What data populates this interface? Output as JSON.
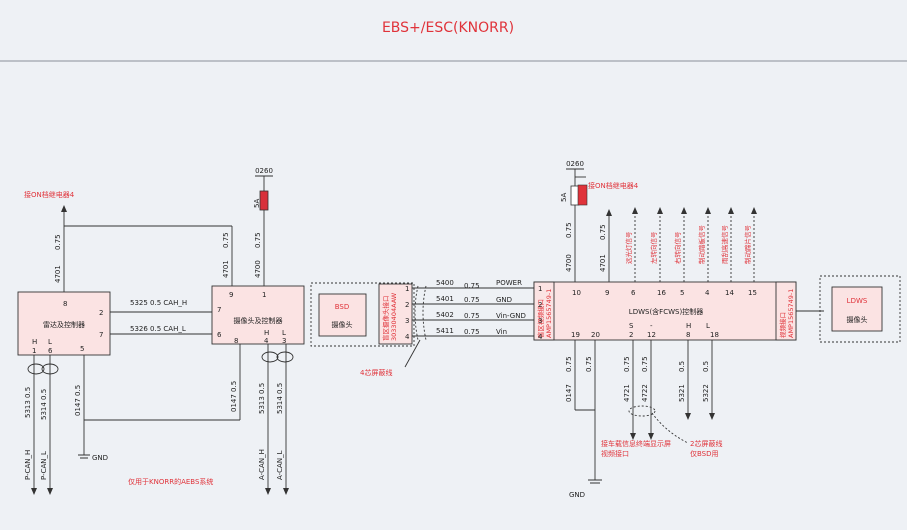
{
  "title": "EBS+/ESC(KNORR)",
  "radar_ctrl": {
    "name": "雷达及控制器",
    "pin8": "8",
    "pin2": "2",
    "pin7": "7",
    "pin5": "5",
    "pin1": "1",
    "pin6": "6",
    "H": "H",
    "L": "L"
  },
  "cam_ctrl": {
    "name": "摄像头及控制器",
    "pin9": "9",
    "pin1": "1",
    "pin7": "7",
    "pin6": "6",
    "pin8": "8",
    "pin4": "4",
    "pin3": "3",
    "H": "H",
    "L": "L"
  },
  "bsd": {
    "name": "BSD",
    "sub": "摄像头"
  },
  "bsd_iface": {
    "line1": "盲区摄像头接口",
    "line2": "30330404AAW",
    "p1": "1",
    "p2": "2",
    "p3": "3",
    "p4": "4"
  },
  "ldws_ctrl": {
    "name": "LDWS(含FCWS)控制器",
    "p10": "10",
    "p9": "9",
    "p6": "6",
    "p16": "16",
    "p5": "5",
    "p4": "4",
    "p14": "14",
    "p15": "15",
    "S": "S",
    "dash": "-",
    "H": "H",
    "L": "L",
    "p19": "19",
    "p20": "20",
    "p2": "2",
    "p12": "12",
    "p8": "8",
    "p18": "18"
  },
  "ldws_left_iface": {
    "line1": "盲区视频接口",
    "line2": "AMP1565749-1",
    "p1": "1",
    "p2": "2",
    "p3": "3",
    "p4": "4"
  },
  "ldws_right_iface": {
    "line1": "视频接口",
    "line2": "AMP1565749-1"
  },
  "ldws_cam": {
    "name": "LDWS",
    "sub": "摄像头"
  },
  "signals": {
    "s1": "远光灯信号",
    "s2": "左转向信号",
    "s3": "右转向信号",
    "s4": "制动踏板信号",
    "s5": "雨刮高速信号",
    "s6": "制动蹄片信号"
  },
  "wires": {
    "w5400": "5400",
    "w5401": "5401",
    "w5402": "5402",
    "w5411": "5411",
    "g075": "0.75",
    "power": "POWER",
    "gnd": "GND",
    "vin_gnd": "Vin-GND",
    "vin": "Vin",
    "cah": "5325 0.5 CAH_H",
    "cal": "5326 0.5 CAH_L",
    "w4701": "4701",
    "w4700": "4700",
    "w0260": "0260",
    "f5a": "5A",
    "w0147": "0147",
    "w05": "0.5",
    "w5313": "5313 0.5",
    "w5314": "5314 0.5",
    "w01475": "0147 0.5",
    "w4721": "4721",
    "w4722": "4722",
    "w5321": "5321",
    "w5322": "5322",
    "w05b": "0.5"
  },
  "labels": {
    "on_relay": "接ON档继电器4",
    "on_relay2": "接ON档继电器4",
    "shield4": "4芯屏蔽线",
    "shield2a": "2芯屏蔽线",
    "shield2b": "仅BSD用",
    "video1": "接车载信息终端显示屏",
    "video2": "视频接口",
    "knorr_note": "仅用于KNORR的AEBS系统",
    "gnd": "GND",
    "gnd2": "GND",
    "pcan_h": "P-CAN_H",
    "pcan_l": "P-CAN_L",
    "acan_h": "A-CAN_H",
    "acan_l": "A-CAN_L"
  }
}
